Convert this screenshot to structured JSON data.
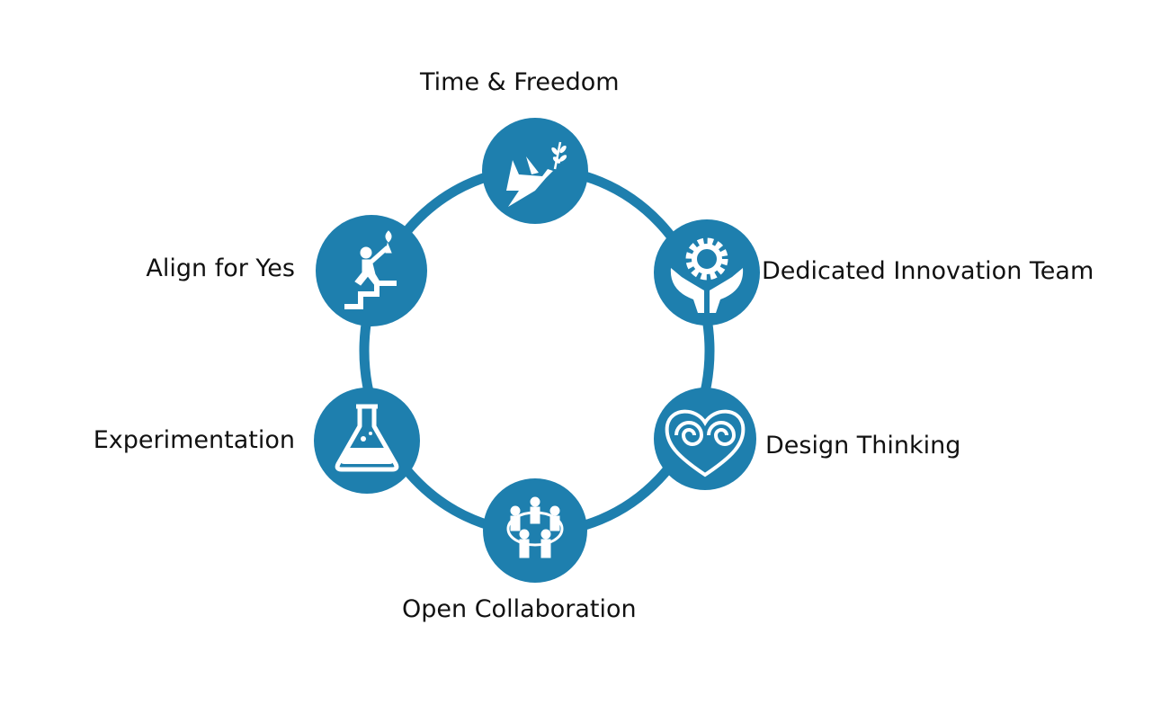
{
  "colors": {
    "accent": "#1e7fae",
    "text": "#111111"
  },
  "nodes": [
    {
      "label": "Time & Freedom",
      "icon": "dove-icon"
    },
    {
      "label": "Dedicated Innovation Team",
      "icon": "gear-hands-icon"
    },
    {
      "label": "Design Thinking",
      "icon": "spiral-heart-icon"
    },
    {
      "label": "Open Collaboration",
      "icon": "people-circle-icon"
    },
    {
      "label": "Experimentation",
      "icon": "flask-icon"
    },
    {
      "label": "Align for Yes",
      "icon": "torch-climber-icon"
    }
  ]
}
